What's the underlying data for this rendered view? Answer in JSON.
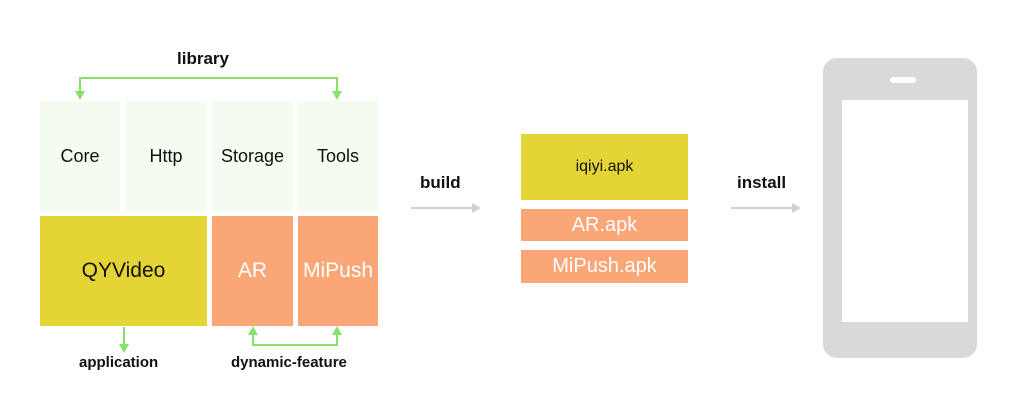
{
  "labels": {
    "library": "library",
    "application": "application",
    "dynamic_feature": "dynamic-feature",
    "build": "build",
    "install": "install"
  },
  "modules": {
    "library": [
      "Core",
      "Http",
      "Storage",
      "Tools"
    ],
    "application": "QYVideo",
    "features": [
      "AR",
      "MiPush"
    ]
  },
  "apks": {
    "base": "iqiyi.apk",
    "features": [
      "AR.apk",
      "MiPush.apk"
    ]
  },
  "colors": {
    "library_bg": "#f3fcef",
    "application_bg": "#e5d435",
    "feature_bg": "#fba676",
    "connector_green": "#86e26a",
    "arrow_gray": "#d0d0d0",
    "phone": "#d9d9d9"
  },
  "icons": {
    "device": "phone-icon"
  }
}
